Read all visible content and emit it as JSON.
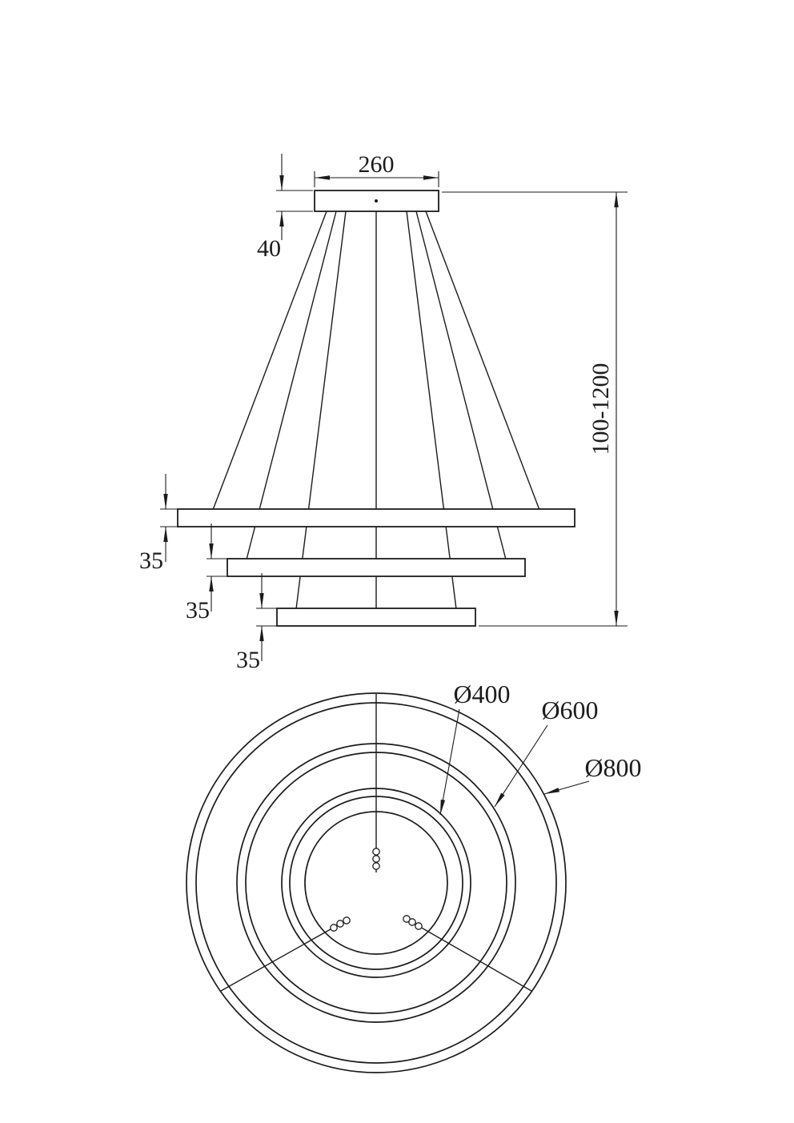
{
  "side_view": {
    "canopy_width": "260",
    "canopy_height": "40",
    "suspension_height": "100-1200",
    "ring1_height": "35",
    "ring2_height": "35",
    "ring3_height": "35"
  },
  "plan_view": {
    "diameter_inner": "Ø400",
    "diameter_middle": "Ø600",
    "diameter_outer": "Ø800"
  }
}
